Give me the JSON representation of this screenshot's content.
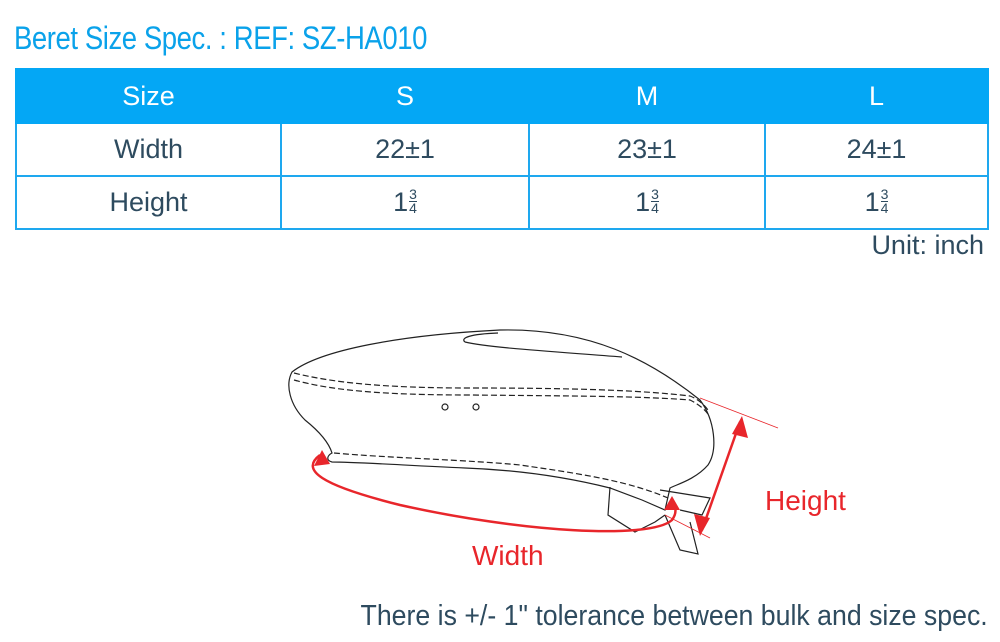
{
  "title": "Beret Size Spec. : REF: SZ-HA010",
  "table": {
    "headers": [
      "Size",
      "S",
      "M",
      "L"
    ],
    "rows": [
      {
        "label": "Width",
        "values": [
          "22±1",
          "23±1",
          "24±1"
        ]
      },
      {
        "label": "Height",
        "values": [
          {
            "whole": "1",
            "num": "3",
            "den": "4"
          },
          {
            "whole": "1",
            "num": "3",
            "den": "4"
          },
          {
            "whole": "1",
            "num": "3",
            "den": "4"
          }
        ]
      }
    ]
  },
  "unit": "Unit: inch",
  "diagram": {
    "width_label": "Width",
    "height_label": "Height",
    "accent_color": "#e8262b"
  },
  "note": "There is +/- 1\" tolerance between bulk and size spec."
}
